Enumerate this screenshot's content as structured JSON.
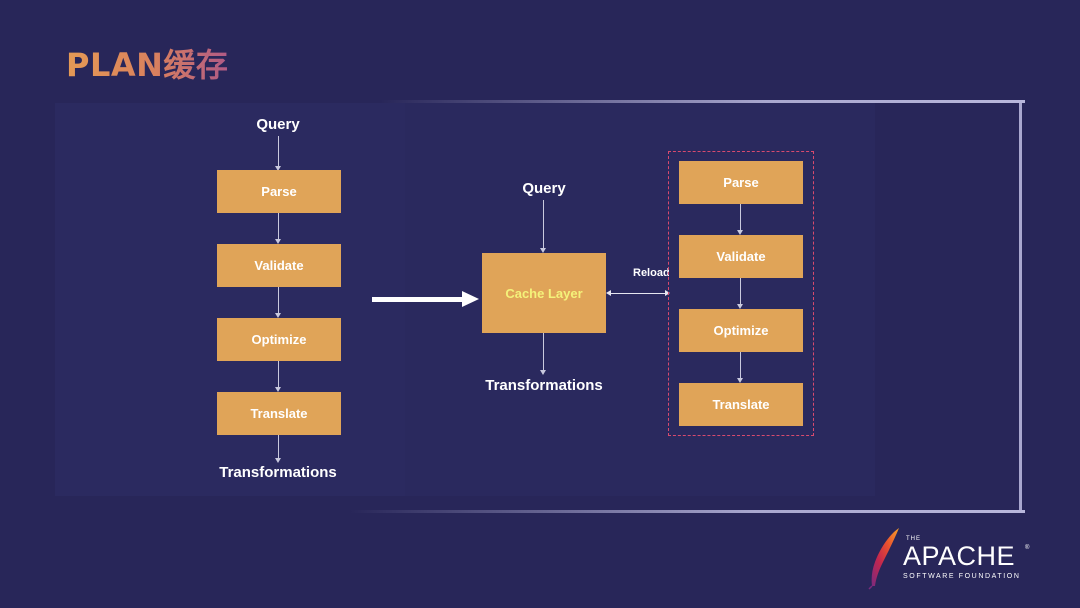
{
  "slide": {
    "title": "PLAN缓存"
  },
  "left_flow": {
    "input_label": "Query",
    "steps": [
      "Parse",
      "Validate",
      "Optimize",
      "Translate"
    ],
    "output_label": "Transformations"
  },
  "right_flow": {
    "input_label": "Query",
    "cache_label": "Cache Layer",
    "output_label": "Transformations",
    "reload_label": "Reload",
    "steps": [
      "Parse",
      "Validate",
      "Optimize",
      "Translate"
    ]
  },
  "logo": {
    "the": "THE",
    "name": "APACHE",
    "registered": "®",
    "subtitle": "SOFTWARE FOUNDATION"
  },
  "colors": {
    "background": "#282659",
    "box": "#e0a458",
    "cache_text": "#f4f27a",
    "dashed_border": "#d84a6e"
  }
}
